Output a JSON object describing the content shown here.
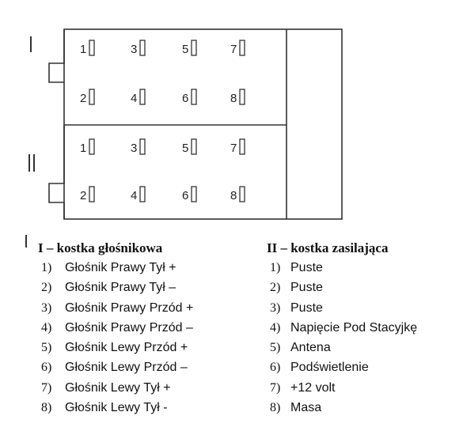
{
  "diagram": {
    "connector_labels": [
      "I",
      "II"
    ],
    "pin_numbers_top": [
      "1",
      "3",
      "5",
      "7"
    ],
    "pin_numbers_bottom": [
      "2",
      "4",
      "6",
      "8"
    ]
  },
  "legend": {
    "speaker_block": {
      "heading": "I – kostka głośnikowa",
      "items": [
        {
          "num": "1)",
          "text": "Głośnik Prawy Tył +"
        },
        {
          "num": "2)",
          "text": "Głośnik Prawy Tył –"
        },
        {
          "num": "3)",
          "text": "Głośnik Prawy Przód +"
        },
        {
          "num": "4)",
          "text": "Głośnik Prawy Przód –"
        },
        {
          "num": "5)",
          "text": "Głośnik Lewy Przód +"
        },
        {
          "num": "6)",
          "text": "Głośnik Lewy Przód –"
        },
        {
          "num": "7)",
          "text": "Głośnik Lewy Tył +"
        },
        {
          "num": "8)",
          "text": "Głośnik Lewy Tył -"
        }
      ]
    },
    "power_block": {
      "heading": "II – kostka zasilająca",
      "items": [
        {
          "num": "1)",
          "text": "Puste"
        },
        {
          "num": "2)",
          "text": "Puste"
        },
        {
          "num": "3)",
          "text": "Puste"
        },
        {
          "num": "4)",
          "text": "Napięcie Pod Stacyjkę"
        },
        {
          "num": "5)",
          "text": "Antena"
        },
        {
          "num": "6)",
          "text": "Podświetlenie"
        },
        {
          "num": "7)",
          "text": "+12 volt"
        },
        {
          "num": "8)",
          "text": "Masa"
        }
      ]
    }
  }
}
